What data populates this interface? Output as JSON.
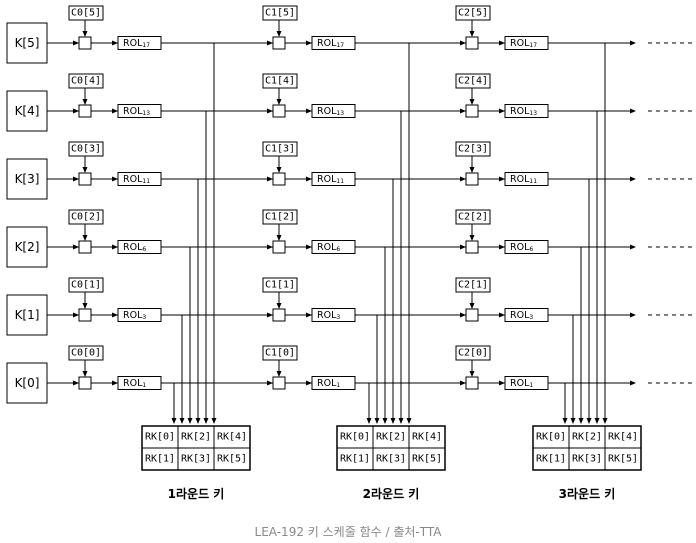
{
  "keys": [
    "K[5]",
    "K[4]",
    "K[3]",
    "K[2]",
    "K[1]",
    "K[0]"
  ],
  "rounds": [
    {
      "label": "1라운드 키",
      "constants": [
        "C0[5]",
        "C0[4]",
        "C0[3]",
        "C0[2]",
        "C0[1]",
        "C0[0]"
      ]
    },
    {
      "label": "2라운드 키",
      "constants": [
        "C1[5]",
        "C1[4]",
        "C1[3]",
        "C1[2]",
        "C1[1]",
        "C1[0]"
      ]
    },
    {
      "label": "3라운드 키",
      "constants": [
        "C2[5]",
        "C2[4]",
        "C2[3]",
        "C2[2]",
        "C2[1]",
        "C2[0]"
      ]
    }
  ],
  "rol": [
    {
      "base": "ROL",
      "sub": "17"
    },
    {
      "base": "ROL",
      "sub": "13"
    },
    {
      "base": "ROL",
      "sub": "11"
    },
    {
      "base": "ROL",
      "sub": "6"
    },
    {
      "base": "ROL",
      "sub": "3"
    },
    {
      "base": "ROL",
      "sub": "1"
    }
  ],
  "rk_table": [
    [
      "RK[0]",
      "RK[2]",
      "RK[4]"
    ],
    [
      "RK[1]",
      "RK[3]",
      "RK[5]"
    ]
  ],
  "caption": "LEA-192 키 스케줄 함수 / 출처-TTA"
}
